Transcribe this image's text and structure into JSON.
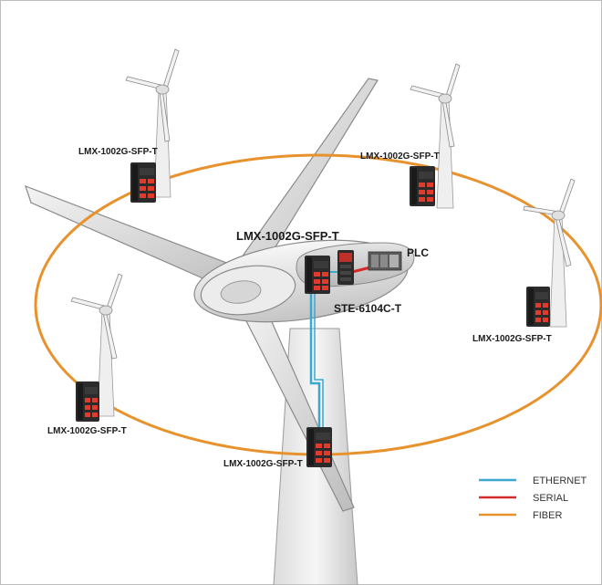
{
  "nodes": {
    "top_left": "LMX-1002G-SFP-T",
    "top_right": "LMX-1002G-SFP-T",
    "center": "LMX-1002G-SFP-T",
    "right": "LMX-1002G-SFP-T",
    "left": "LMX-1002G-SFP-T",
    "bottom": "LMX-1002G-SFP-T",
    "serial_server": "STE-6104C-T",
    "plc": "PLC"
  },
  "legend": [
    {
      "label": "ETHERNET",
      "color": "#3aa8cf"
    },
    {
      "label": "SERIAL",
      "color": "#d62a2a"
    },
    {
      "label": "FIBER",
      "color": "#e8922e"
    }
  ],
  "colors": {
    "fiber": "#e8922e",
    "ethernet": "#3aa8cf",
    "serial": "#d62a2a",
    "turbine": "#e6e6e6",
    "switch": "#2b2b2b",
    "port_led": "#e23a2a"
  },
  "icons": [
    "wind-turbine-icon",
    "industrial-switch-icon",
    "serial-server-icon",
    "plc-icon"
  ]
}
